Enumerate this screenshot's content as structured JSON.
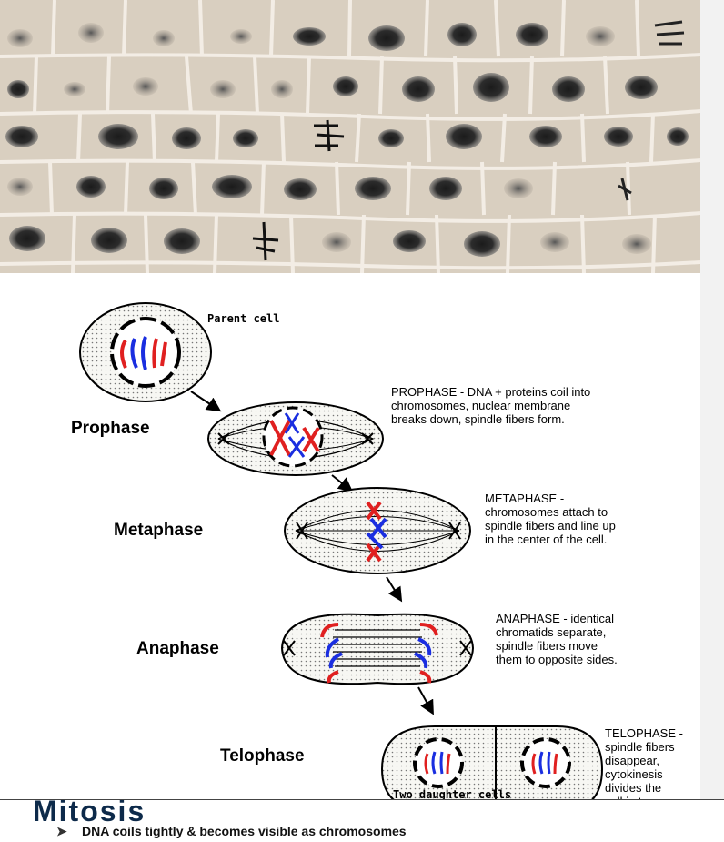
{
  "photo": {
    "alt_icon": "onion-root-tip-micrograph"
  },
  "diagram": {
    "parent_label": "Parent cell",
    "daughter_label": "Two daughter cells",
    "phases": [
      {
        "name": "Prophase",
        "description": "PROPHASE - DNA + proteins coil into\nchromosomes, nuclear membrane\nbreaks down, spindle fibers form."
      },
      {
        "name": "Metaphase",
        "description": "METAPHASE -\nchromosomes attach to\nspindle fibers and line up\nin the center of the cell."
      },
      {
        "name": "Anaphase",
        "description": "ANAPHASE - identical\nchromatids separate,\nspindle fibers move\nthem to opposite sides."
      },
      {
        "name": "Telophase",
        "description": "TELOPHASE -\nspindle fibers\ndisappear,\ncytokinesis\ndivides the\ncell in two."
      }
    ],
    "colors": {
      "red": "#e02020",
      "blue": "#1a2ee0",
      "cell_fill": "#f4f4f0"
    }
  },
  "slide": {
    "heading_partial": "Mitosis",
    "bullet_text": "DNA coils tightly & becomes visible as chromosomes"
  }
}
